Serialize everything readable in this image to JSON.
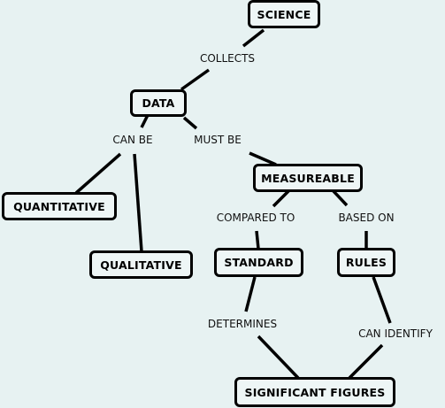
{
  "nodes": {
    "science": "SCIENCE",
    "data": "DATA",
    "measureable": "MEASUREABLE",
    "quantitative": "QUANTITATIVE",
    "qualitative": "QUALITATIVE",
    "standard": "STANDARD",
    "rules": "RULES",
    "significant_figures": "SIGNIFICANT FIGURES"
  },
  "links": {
    "collects": "COLLECTS",
    "can_be": "CAN BE",
    "must_be": "MUST BE",
    "compared_to": "COMPARED TO",
    "based_on": "BASED ON",
    "determines": "DETERMINES",
    "can_identify": "CAN IDENTIFY"
  }
}
